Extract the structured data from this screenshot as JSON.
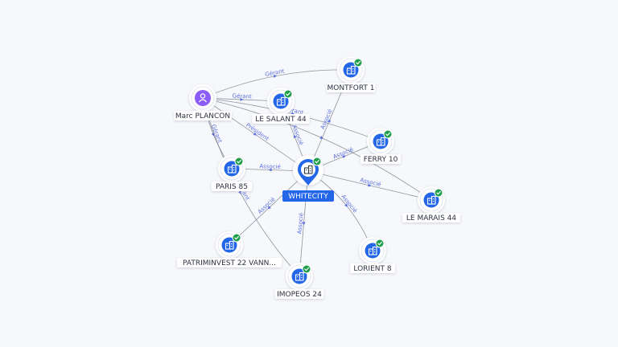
{
  "center": {
    "name": "WHITECITY",
    "icon": "building-pin-icon"
  },
  "nodes": [
    {
      "id": "marc",
      "name": "Marc PLANCON",
      "kind": "person",
      "icon": "user-icon",
      "verified": false
    },
    {
      "id": "montfort",
      "name": "MONTFORT 1",
      "kind": "company",
      "icon": "building-icon",
      "verified": true
    },
    {
      "id": "lesalant",
      "name": "LE SALANT 44",
      "kind": "company",
      "icon": "building-icon",
      "verified": true
    },
    {
      "id": "ferry",
      "name": "FERRY 10",
      "kind": "company",
      "icon": "building-icon",
      "verified": true
    },
    {
      "id": "paris",
      "name": "PARIS 85",
      "kind": "company",
      "icon": "building-icon",
      "verified": true
    },
    {
      "id": "lemarais",
      "name": "LE MARAIS 44",
      "kind": "company",
      "icon": "building-icon",
      "verified": true
    },
    {
      "id": "patrim",
      "name": "PATRIMINVEST 22 VANN...",
      "kind": "company",
      "icon": "building-icon",
      "verified": true
    },
    {
      "id": "lorient",
      "name": "LORIENT 8",
      "kind": "company",
      "icon": "building-icon",
      "verified": true
    },
    {
      "id": "imopeos",
      "name": "IMOPEOS 24",
      "kind": "company",
      "icon": "building-icon",
      "verified": true
    }
  ],
  "edges": [
    {
      "from": "marc",
      "to": "montfort",
      "label": "Gérant"
    },
    {
      "from": "marc",
      "to": "lesalant",
      "label": "Gérant"
    },
    {
      "from": "marc",
      "to": "paris",
      "label": "Gérant"
    },
    {
      "from": "marc",
      "to": "center",
      "label": "Président"
    },
    {
      "from": "marc",
      "to": "ferry",
      "label": "Gérant"
    },
    {
      "from": "marc",
      "to": "lemarais",
      "label": ""
    },
    {
      "from": "marc",
      "to": "imopeos",
      "label": "Gérant"
    },
    {
      "from": "center",
      "to": "montfort",
      "label": "Associé"
    },
    {
      "from": "center",
      "to": "lesalant",
      "label": "Associé"
    },
    {
      "from": "center",
      "to": "ferry",
      "label": "Associé"
    },
    {
      "from": "center",
      "to": "paris",
      "label": "Associé"
    },
    {
      "from": "center",
      "to": "lemarais",
      "label": "Associé"
    },
    {
      "from": "center",
      "to": "lorient",
      "label": "Associé"
    },
    {
      "from": "center",
      "to": "imopeos",
      "label": "Associé"
    },
    {
      "from": "center",
      "to": "patrim",
      "label": "Associé"
    }
  ],
  "colors": {
    "accent": "#2366e8",
    "person": "#8b5cf6",
    "verified": "#1e9e4a",
    "edge": "#6b7280",
    "edge_label": "#5a6ee0"
  }
}
